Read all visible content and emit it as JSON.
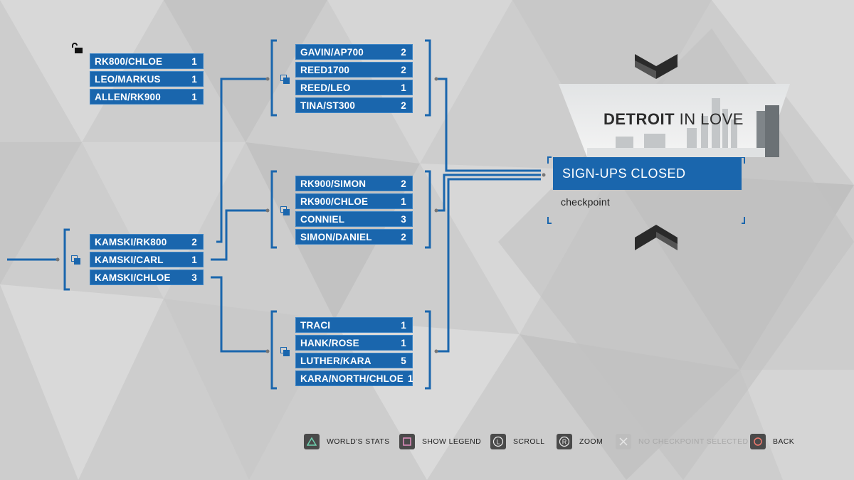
{
  "colors": {
    "accent": "#1a66ad",
    "background": "#cfcfcf",
    "text": "#ffffff"
  },
  "groups": {
    "top_left": {
      "rows": [
        {
          "name": "RK800/CHLOE",
          "score": "1"
        },
        {
          "name": "LEO/MARKUS",
          "score": "1"
        },
        {
          "name": "ALLEN/RK900",
          "score": "1"
        }
      ]
    },
    "left": {
      "rows": [
        {
          "name": "KAMSKI/RK800",
          "score": "2"
        },
        {
          "name": "KAMSKI/CARL",
          "score": "1"
        },
        {
          "name": "KAMSKI/CHLOE",
          "score": "3"
        }
      ]
    },
    "mid_top": {
      "rows": [
        {
          "name": "GAVIN/AP700",
          "score": "2"
        },
        {
          "name": "REED1700",
          "score": "2"
        },
        {
          "name": "REED/LEO",
          "score": "1"
        },
        {
          "name": "TINA/ST300",
          "score": "2"
        }
      ]
    },
    "mid_middle": {
      "rows": [
        {
          "name": "RK900/SIMON",
          "score": "2"
        },
        {
          "name": "RK900/CHLOE",
          "score": "1"
        },
        {
          "name": "CONNIEL",
          "score": "3"
        },
        {
          "name": "SIMON/DANIEL",
          "score": "2"
        }
      ]
    },
    "mid_bottom": {
      "rows": [
        {
          "name": "TRACI",
          "score": "1"
        },
        {
          "name": "HANK/ROSE",
          "score": "1"
        },
        {
          "name": "LUTHER/KARA",
          "score": "5"
        },
        {
          "name": "KARA/NORTH/CHLOE",
          "score": "1"
        }
      ]
    }
  },
  "detail": {
    "banner_title_bold": "DETROIT",
    "banner_title_rest": " IN LOVE",
    "status": "SIGN-UPS CLOSED",
    "checkpoint": "checkpoint"
  },
  "footer": [
    {
      "label": "WORLD'S STATS",
      "icon": "triangle-icon"
    },
    {
      "label": "SHOW LEGEND",
      "icon": "square-icon"
    },
    {
      "label": "SCROLL",
      "icon": "left-stick-icon",
      "glyph": "L"
    },
    {
      "label": "ZOOM",
      "icon": "right-stick-icon",
      "glyph": "R"
    },
    {
      "label": "NO CHECKPOINT SELECTED",
      "icon": "cross-icon"
    },
    {
      "label": "BACK",
      "icon": "circle-icon"
    }
  ]
}
